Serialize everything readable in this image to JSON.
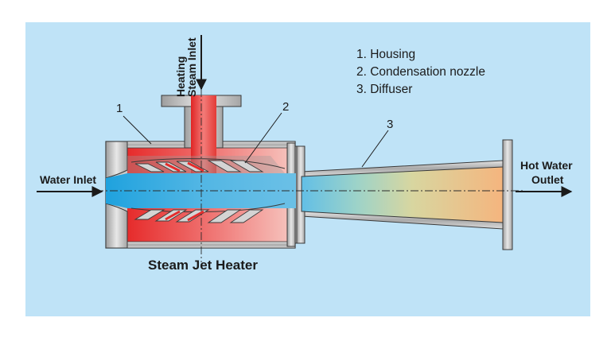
{
  "labels": {
    "steam_inlet_line1": "Heating",
    "steam_inlet_line2": "Steam Inlet",
    "water_inlet": "Water Inlet",
    "hot_water_line1": "Hot Water",
    "hot_water_line2": "Outlet",
    "title": "Steam Jet Heater"
  },
  "legend": [
    {
      "label": "1. Housing"
    },
    {
      "label": "2. Condensation nozzle"
    },
    {
      "label": "3. Diffuser"
    }
  ],
  "callouts": [
    "1",
    "2",
    "3"
  ],
  "colors": {
    "background": "#bfe3f7",
    "steam_red": "#e8312f",
    "water_blue": "#2aa8e0",
    "hot_orange": "#f4b27a",
    "metal": "#b8b8b8"
  }
}
